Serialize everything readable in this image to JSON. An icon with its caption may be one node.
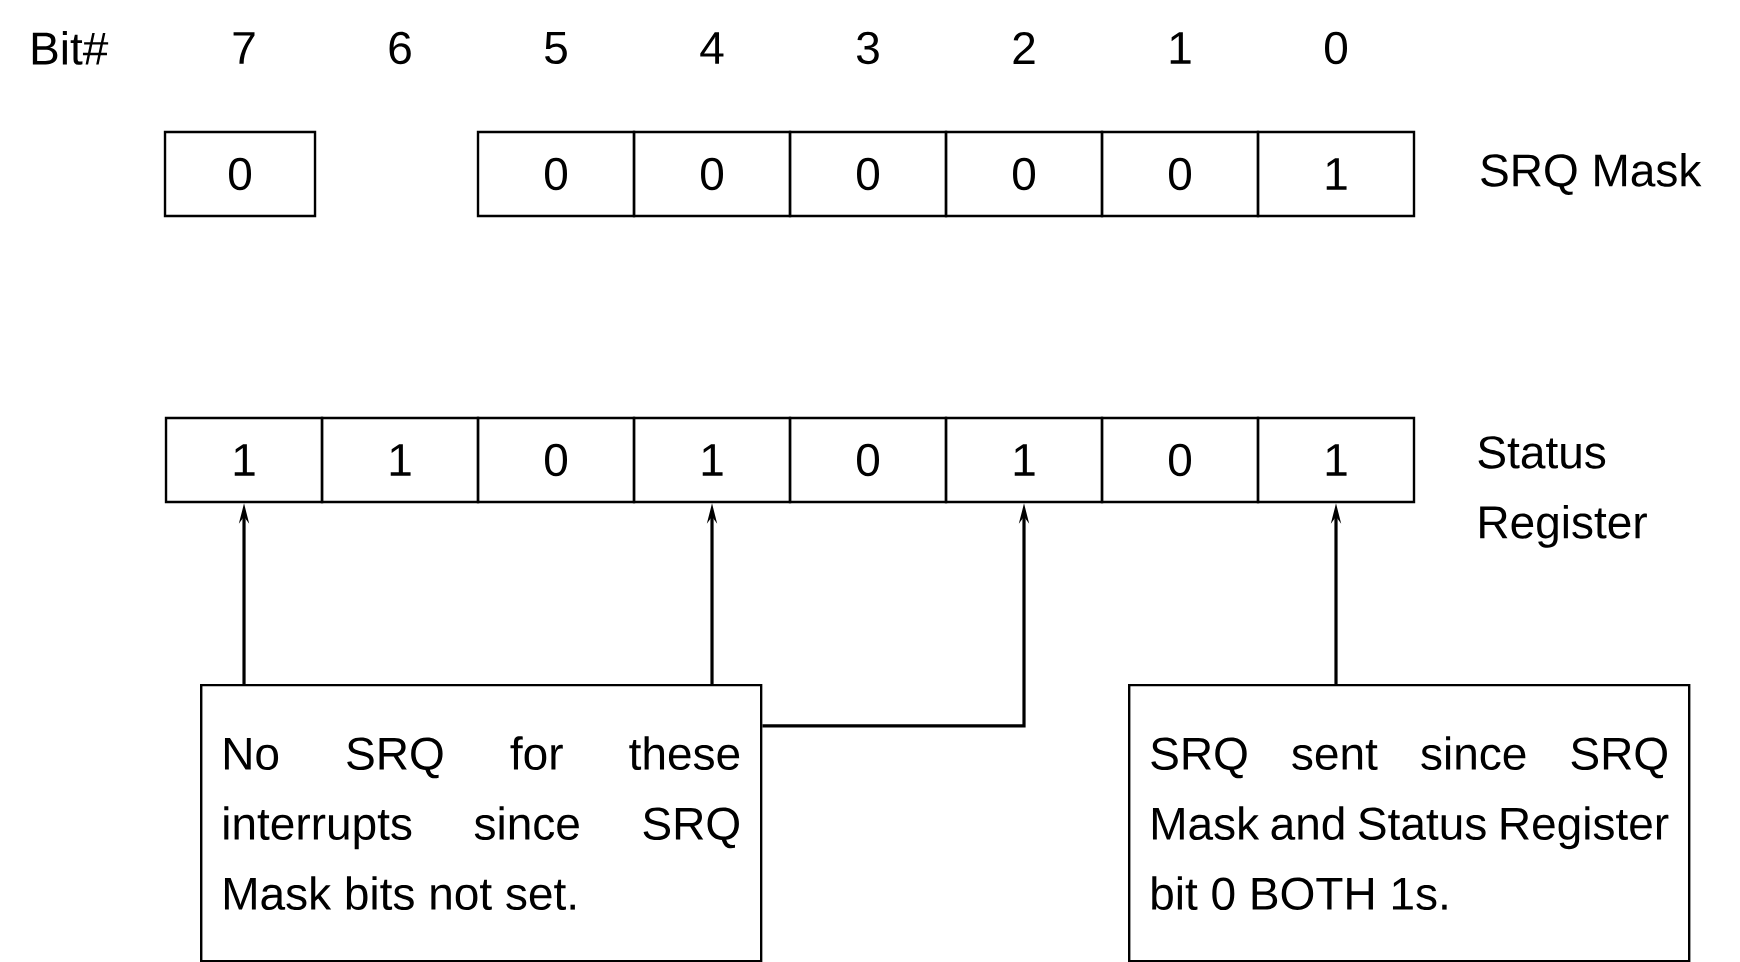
{
  "diagram": {
    "nodes": [
      {
        "text": [
          "0"
        ]
      },
      {
        "text": [
          "0"
        ]
      },
      {
        "text": [
          "0"
        ]
      },
      {
        "text": [
          "0"
        ]
      },
      {
        "text": [
          "0"
        ]
      },
      {
        "text": [
          "0"
        ]
      },
      {
        "text": [
          "1"
        ]
      },
      {
        "text": [
          "1"
        ]
      },
      {
        "text": [
          "1"
        ]
      },
      {
        "text": [
          "0"
        ]
      },
      {
        "text": [
          "1"
        ]
      },
      {
        "text": [
          "0"
        ]
      },
      {
        "text": [
          "1"
        ]
      },
      {
        "text": [
          "0"
        ]
      },
      {
        "text": [
          "1"
        ]
      },
      {
        "text": [
          "No SRQ for these interrupts since SRQ Mask bits not set."
        ]
      },
      {
        "text": [
          "SRQ sent since SRQ Mask and Status Register bit 0 BOTH 1s."
        ]
      }
    ],
    "edges": [
      {
        "from": 15,
        "to": 7,
        "arrow": "to"
      },
      {
        "from": 15,
        "to": 10,
        "arrow": "to"
      },
      {
        "from": 15,
        "to": 12,
        "arrow": "to"
      },
      {
        "from": 16,
        "to": 14,
        "arrow": "to"
      }
    ],
    "labels": [
      "Bit#",
      "7",
      "6",
      "5",
      "4",
      "3",
      "2",
      "1",
      "0",
      "SRQ Mask",
      "Status Register"
    ]
  }
}
